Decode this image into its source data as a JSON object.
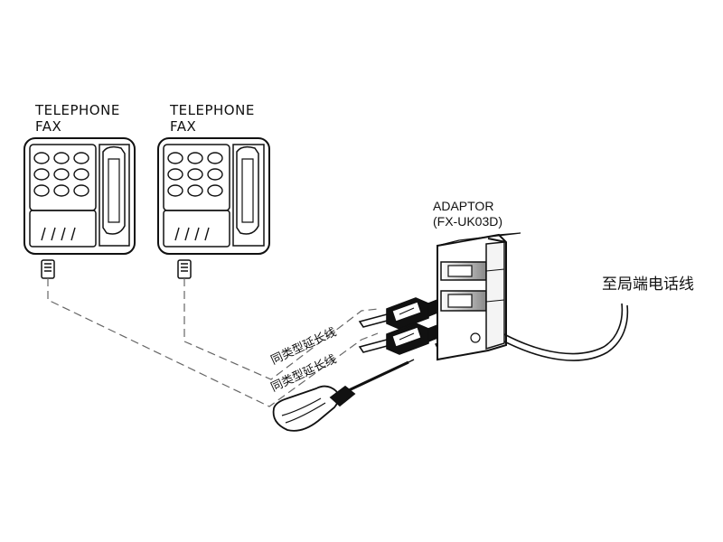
{
  "phone_left": {
    "line1": "TELEPHONE",
    "line2": "FAX"
  },
  "phone_right": {
    "line1": "TELEPHONE",
    "line2": "FAX"
  },
  "adaptor": {
    "name": "ADAPTOR",
    "model": "(FX-UK03D)"
  },
  "exchange_line_label": "至局端电话线",
  "cable_labels": [
    "同类型延长线",
    "同类型延长线"
  ],
  "colors": {
    "ink": "#111111",
    "dashed": "#666666",
    "background": "#ffffff"
  }
}
